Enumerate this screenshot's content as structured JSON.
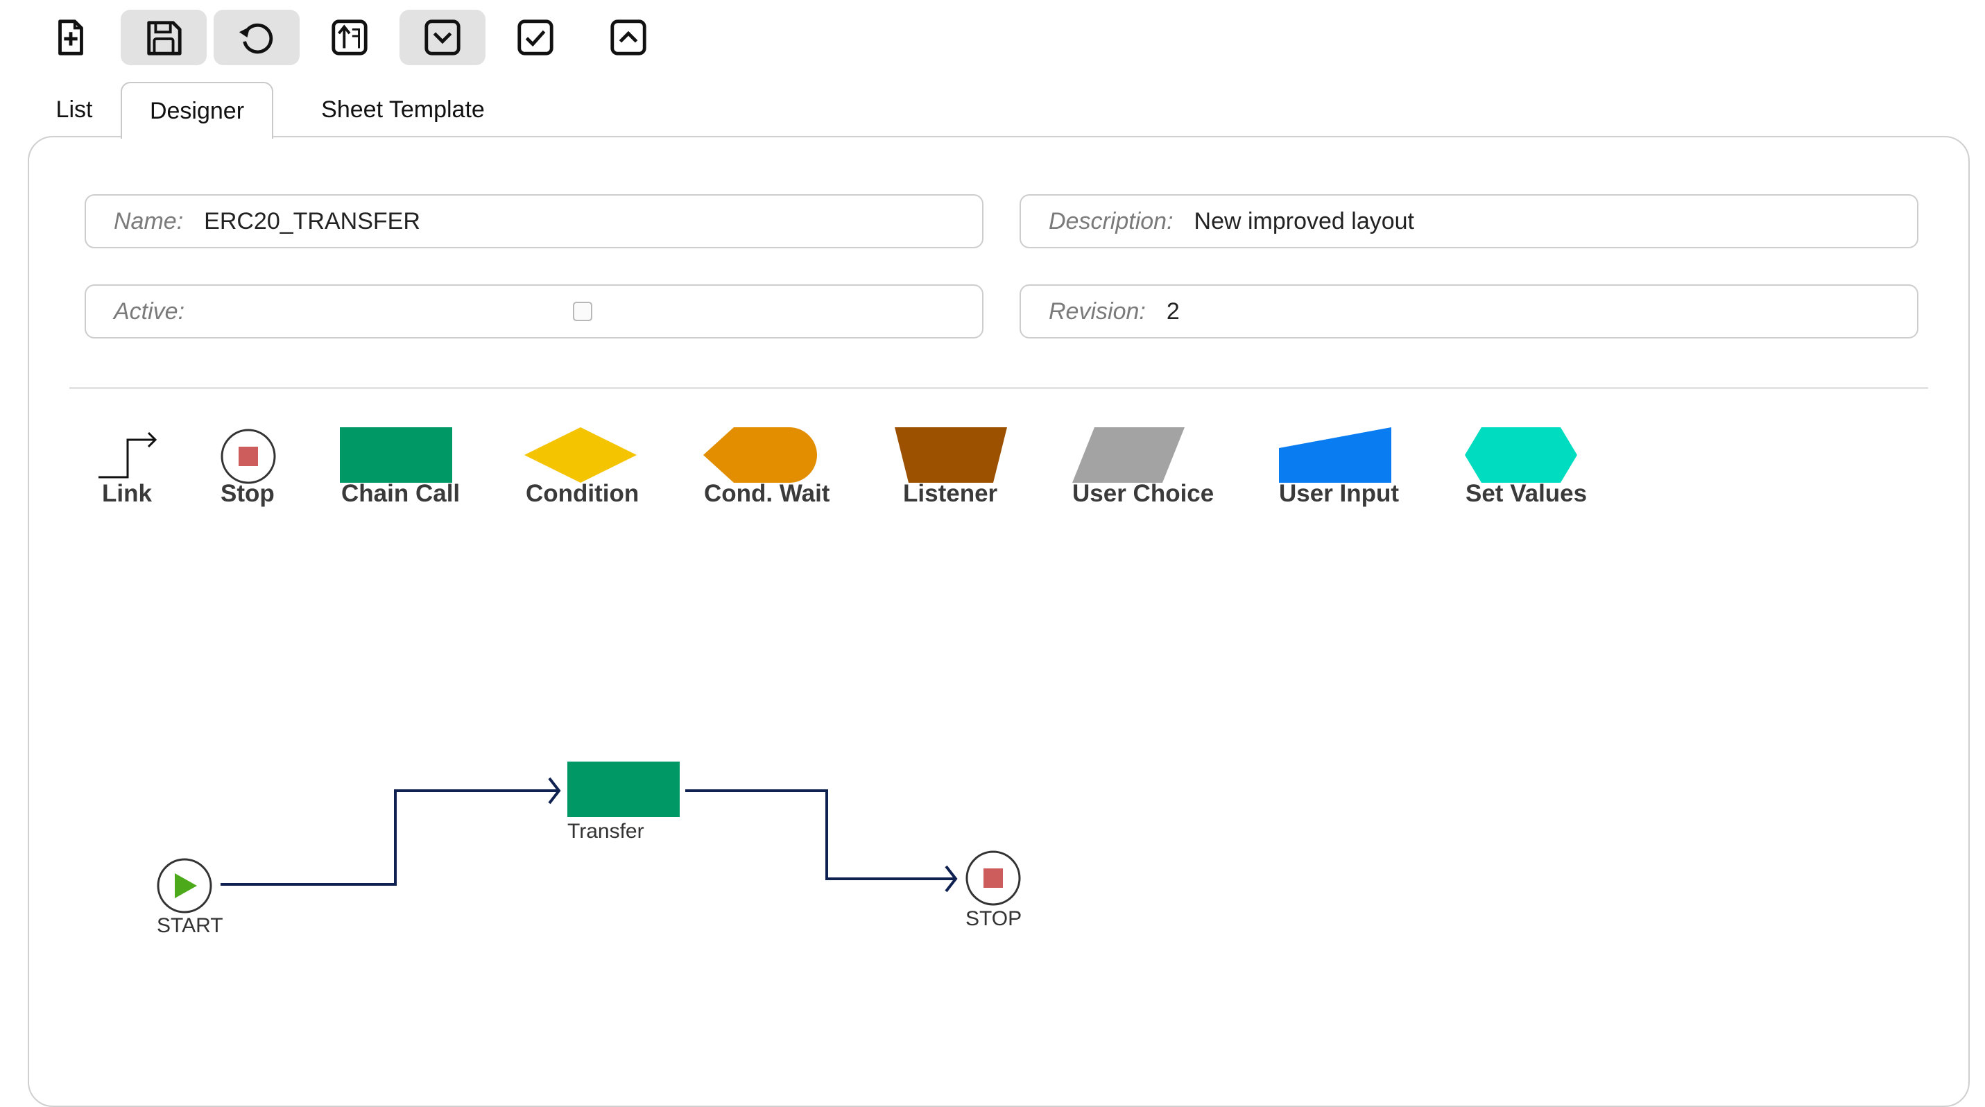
{
  "toolbar": {
    "buttons": [
      {
        "icon": "new-document-icon"
      },
      {
        "icon": "save-icon"
      },
      {
        "icon": "reload-icon"
      },
      {
        "icon": "import-icon"
      },
      {
        "icon": "chevron-down-square-icon"
      },
      {
        "icon": "check-square-icon"
      },
      {
        "icon": "chevron-up-square-icon"
      }
    ]
  },
  "tabs": [
    {
      "label": "List"
    },
    {
      "label": "Designer",
      "active": true
    },
    {
      "label": "Sheet Template"
    }
  ],
  "form": {
    "name": {
      "label": "Name:",
      "value": "ERC20_TRANSFER"
    },
    "description": {
      "label": "Description:",
      "value": "New improved layout"
    },
    "active": {
      "label": "Active:",
      "checked": false
    },
    "revision": {
      "label": "Revision:",
      "value": "2"
    }
  },
  "palette": {
    "items": [
      {
        "label": "Link",
        "icon": "link-icon"
      },
      {
        "label": "Stop",
        "icon": "stop-icon",
        "color": "#cd5c5c"
      },
      {
        "label": "Chain Call",
        "icon": "rectangle-shape",
        "color": "#009966"
      },
      {
        "label": "Condition",
        "icon": "diamond-shape",
        "color": "#f5c400"
      },
      {
        "label": "Cond. Wait",
        "icon": "cond-wait-shape",
        "color": "#e28e00"
      },
      {
        "label": "Listener",
        "icon": "trapezoid-shape",
        "color": "#9b5100"
      },
      {
        "label": "User Choice",
        "icon": "parallelogram-shape",
        "color": "#a3a3a3"
      },
      {
        "label": "User Input",
        "icon": "manual-input-shape",
        "color": "#0a7cf2"
      },
      {
        "label": "Set Values",
        "icon": "hexagon-shape",
        "color": "#00dcc0"
      }
    ]
  },
  "diagram": {
    "nodes": [
      {
        "label": "START",
        "type": "start",
        "color": "#4caa1a"
      },
      {
        "label": "Transfer",
        "type": "chain-call",
        "color": "#009966"
      },
      {
        "label": "STOP",
        "type": "stop",
        "color": "#cd5c5c"
      }
    ],
    "connector_color": "#0f2150"
  }
}
